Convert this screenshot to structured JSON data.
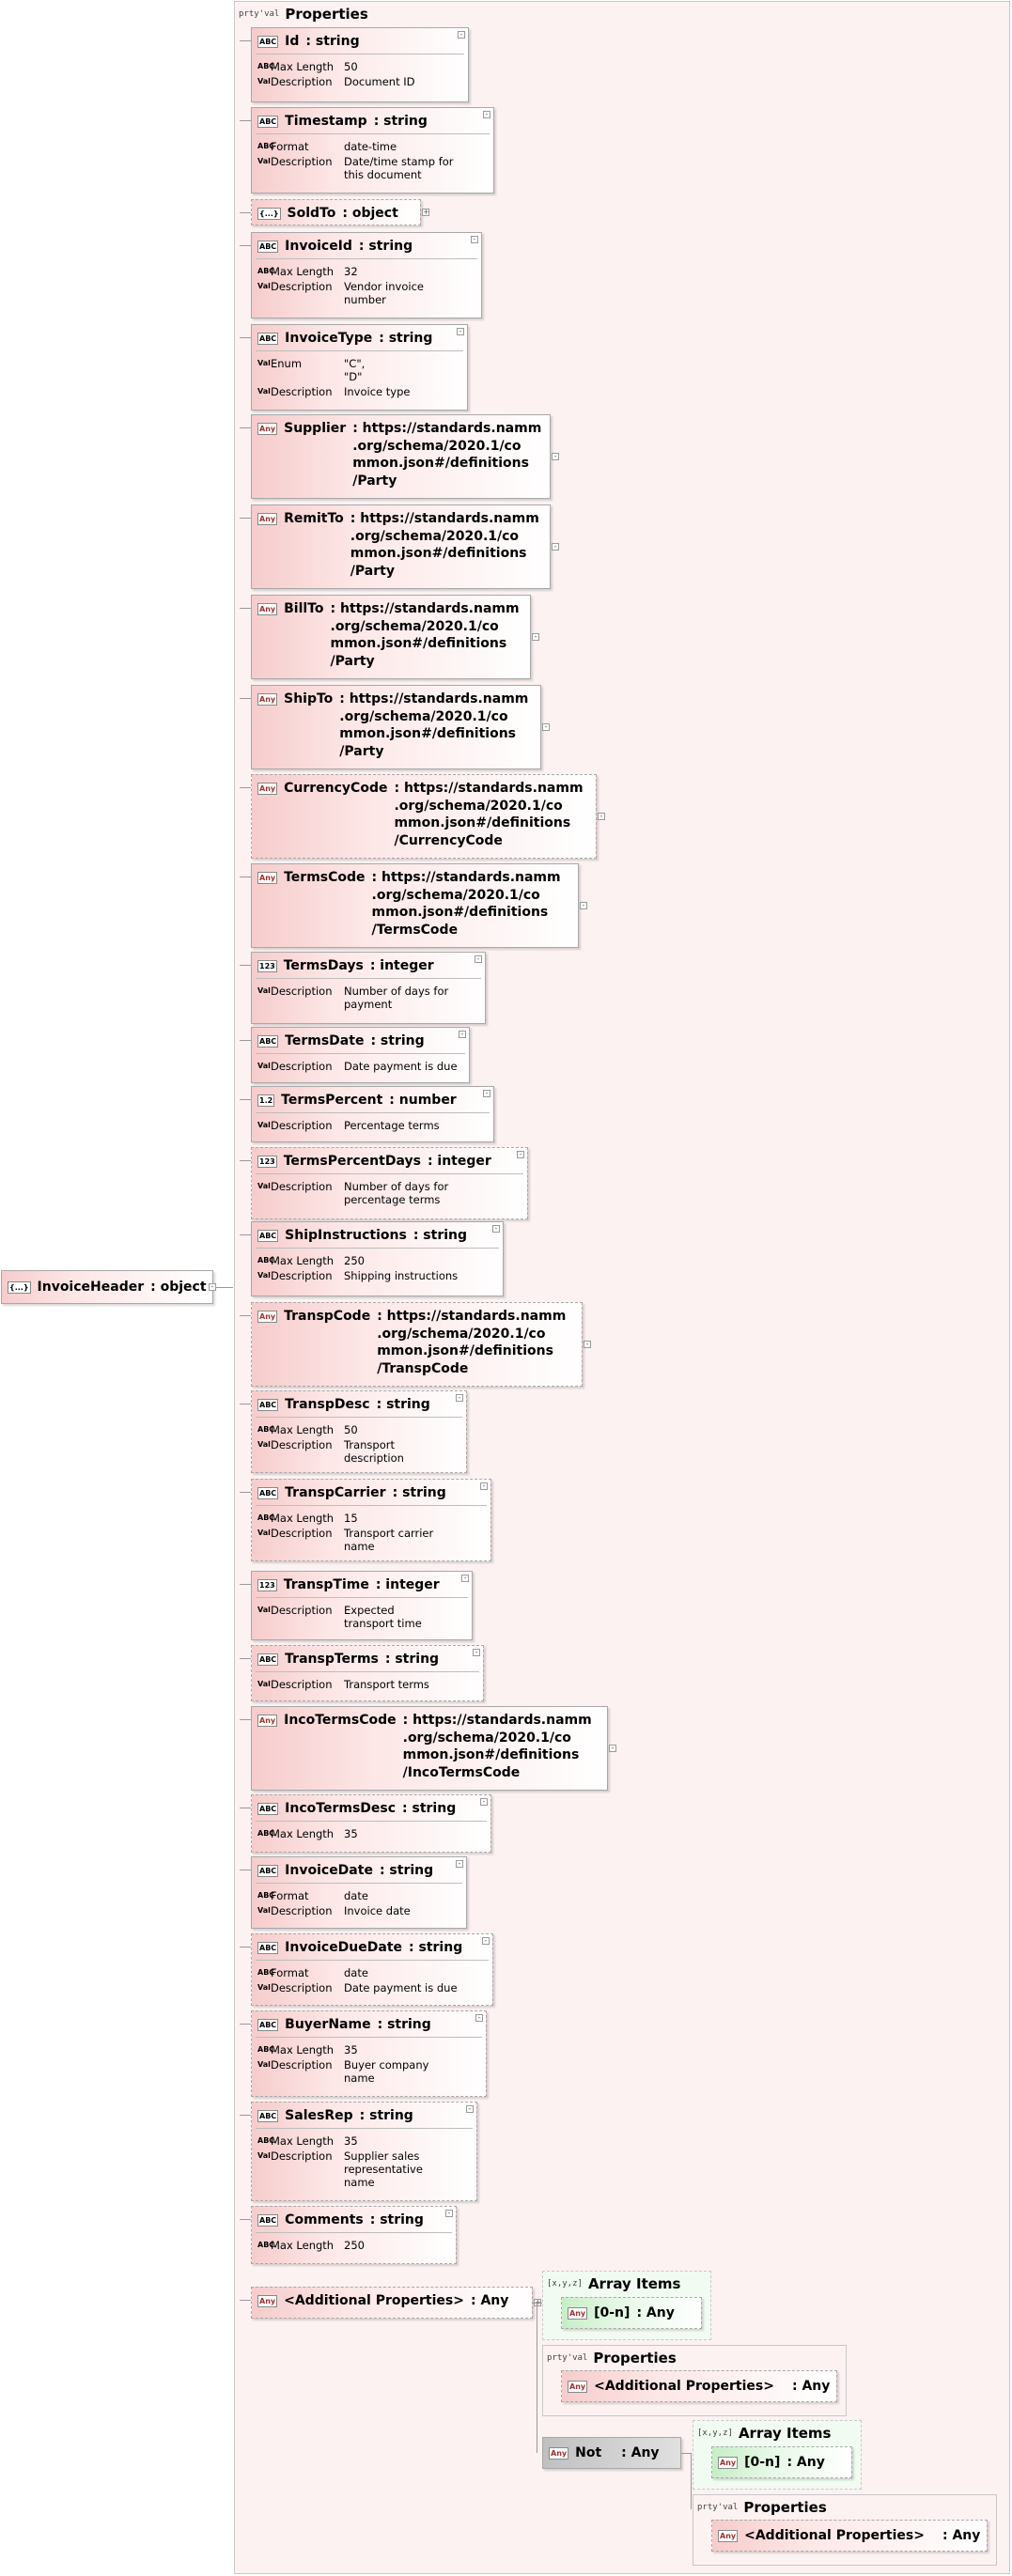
{
  "root": {
    "name": "InvoiceHeader",
    "type": ": object",
    "icon": "{...}"
  },
  "properties_title": "Properties",
  "properties_tag": "prty'val",
  "items": [
    {
      "name": "Id",
      "type": ": string",
      "icon": "ABC",
      "props": [
        {
          "k": "Max Length",
          "v": "50",
          "t": "ABC"
        },
        {
          "k": "Description",
          "v": "Document ID",
          "t": "Val"
        }
      ]
    },
    {
      "name": "Timestamp",
      "type": ": string",
      "icon": "ABC",
      "props": [
        {
          "k": "Format",
          "v": "date-time",
          "t": "ABC"
        },
        {
          "k": "Description",
          "v": "Date/time stamp for\nthis document",
          "t": "Val"
        }
      ]
    },
    {
      "name": "SoldTo",
      "type": ": object",
      "icon": "{...}",
      "props": []
    },
    {
      "name": "InvoiceId",
      "type": ": string",
      "icon": "ABC",
      "props": [
        {
          "k": "Max Length",
          "v": "32",
          "t": "ABC"
        },
        {
          "k": "Description",
          "v": "Vendor invoice\nnumber",
          "t": "Val"
        }
      ]
    },
    {
      "name": "InvoiceType",
      "type": ": string",
      "icon": "ABC",
      "props": [
        {
          "k": "Enum",
          "v": "\"C\",\n\"D\"",
          "t": "Val"
        },
        {
          "k": "Description",
          "v": "Invoice type",
          "t": "Val"
        }
      ]
    },
    {
      "name": "Supplier",
      "type": ": https://standards.namm\n.org/schema/2020.1/co\nmmon.json#/definitions\n/Party",
      "icon": "Any",
      "props": []
    },
    {
      "name": "RemitTo",
      "type": ": https://standards.namm\n.org/schema/2020.1/co\nmmon.json#/definitions\n/Party",
      "icon": "Any",
      "props": []
    },
    {
      "name": "BillTo",
      "type": ": https://standards.namm\n.org/schema/2020.1/co\nmmon.json#/definitions\n/Party",
      "icon": "Any",
      "props": []
    },
    {
      "name": "ShipTo",
      "type": ": https://standards.namm\n.org/schema/2020.1/co\nmmon.json#/definitions\n/Party",
      "icon": "Any",
      "props": []
    },
    {
      "name": "CurrencyCode",
      "type": ": https://standards.namm\n.org/schema/2020.1/co\nmmon.json#/definitions\n/CurrencyCode",
      "icon": "Any",
      "props": []
    },
    {
      "name": "TermsCode",
      "type": ": https://standards.namm\n.org/schema/2020.1/co\nmmon.json#/definitions\n/TermsCode",
      "icon": "Any",
      "props": []
    },
    {
      "name": "TermsDays",
      "type": ": integer",
      "icon": "123",
      "props": [
        {
          "k": "Description",
          "v": "Number of days for\npayment",
          "t": "Val"
        }
      ]
    },
    {
      "name": "TermsDate",
      "type": ": string",
      "icon": "ABC",
      "props": [
        {
          "k": "Description",
          "v": "Date payment is due",
          "t": "Val"
        }
      ]
    },
    {
      "name": "TermsPercent",
      "type": ": number",
      "icon": "1.2",
      "props": [
        {
          "k": "Description",
          "v": "Percentage terms",
          "t": "Val"
        }
      ]
    },
    {
      "name": "TermsPercentDays",
      "type": ": integer",
      "icon": "123",
      "props": [
        {
          "k": "Description",
          "v": "Number of days for\npercentage terms",
          "t": "Val"
        }
      ]
    },
    {
      "name": "ShipInstructions",
      "type": ": string",
      "icon": "ABC",
      "props": [
        {
          "k": "Max Length",
          "v": "250",
          "t": "ABC"
        },
        {
          "k": "Description",
          "v": "Shipping instructions",
          "t": "Val"
        }
      ]
    },
    {
      "name": "TranspCode",
      "type": ": https://standards.namm\n.org/schema/2020.1/co\nmmon.json#/definitions\n/TranspCode",
      "icon": "Any",
      "props": []
    },
    {
      "name": "TranspDesc",
      "type": ": string",
      "icon": "ABC",
      "props": [
        {
          "k": "Max Length",
          "v": "50",
          "t": "ABC"
        },
        {
          "k": "Description",
          "v": "Transport\ndescription",
          "t": "Val"
        }
      ]
    },
    {
      "name": "TranspCarrier",
      "type": ": string",
      "icon": "ABC",
      "props": [
        {
          "k": "Max Length",
          "v": "15",
          "t": "ABC"
        },
        {
          "k": "Description",
          "v": "Transport carrier\nname",
          "t": "Val"
        }
      ]
    },
    {
      "name": "TranspTime",
      "type": ": integer",
      "icon": "123",
      "props": [
        {
          "k": "Description",
          "v": "Expected\ntransport time",
          "t": "Val"
        }
      ]
    },
    {
      "name": "TranspTerms",
      "type": ": string",
      "icon": "ABC",
      "props": [
        {
          "k": "Description",
          "v": "Transport terms",
          "t": "Val"
        }
      ]
    },
    {
      "name": "IncoTermsCode",
      "type": ": https://standards.namm\n.org/schema/2020.1/co\nmmon.json#/definitions\n/IncoTermsCode",
      "icon": "Any",
      "props": []
    },
    {
      "name": "IncoTermsDesc",
      "type": ": string",
      "icon": "ABC",
      "props": [
        {
          "k": "Max Length",
          "v": "35",
          "t": "ABC"
        }
      ]
    },
    {
      "name": "InvoiceDate",
      "type": ": string",
      "icon": "ABC",
      "props": [
        {
          "k": "Format",
          "v": "date",
          "t": "ABC"
        },
        {
          "k": "Description",
          "v": "Invoice date",
          "t": "Val"
        }
      ]
    },
    {
      "name": "InvoiceDueDate",
      "type": ": string",
      "icon": "ABC",
      "props": [
        {
          "k": "Format",
          "v": "date",
          "t": "ABC"
        },
        {
          "k": "Description",
          "v": "Date payment is due",
          "t": "Val"
        }
      ]
    },
    {
      "name": "BuyerName",
      "type": ": string",
      "icon": "ABC",
      "props": [
        {
          "k": "Max Length",
          "v": "35",
          "t": "ABC"
        },
        {
          "k": "Description",
          "v": "Buyer company\nname",
          "t": "Val"
        }
      ]
    },
    {
      "name": "SalesRep",
      "type": ": string",
      "icon": "ABC",
      "props": [
        {
          "k": "Max Length",
          "v": "35",
          "t": "ABC"
        },
        {
          "k": "Description",
          "v": "Supplier sales\nrepresentative\nname",
          "t": "Val"
        }
      ]
    },
    {
      "name": "Comments",
      "type": ": string",
      "icon": "ABC",
      "props": [
        {
          "k": "Max Length",
          "v": "250",
          "t": "ABC"
        }
      ]
    },
    {
      "name": "<Additional Properties>",
      "type": ": Any",
      "icon": "Any",
      "props": []
    }
  ],
  "array_items": {
    "title": "Array Items",
    "tag": "[x,y,z]",
    "name": "[0-n]",
    "type": ": Any",
    "icon": "Any"
  },
  "sub_properties": {
    "title": "Properties",
    "tag": "prty'val",
    "name": "<Additional Properties>",
    "type": ": Any",
    "icon": "Any"
  },
  "not_node": {
    "name": "Not",
    "type": ": Any",
    "icon": "Any"
  },
  "array_items2": {
    "title": "Array Items",
    "tag": "[x,y,z]",
    "name": "[0-n]",
    "type": ": Any",
    "icon": "Any"
  },
  "sub_properties2": {
    "title": "Properties",
    "tag": "prty'val",
    "name": "<Additional Properties>",
    "type": ": Any",
    "icon": "Any"
  }
}
